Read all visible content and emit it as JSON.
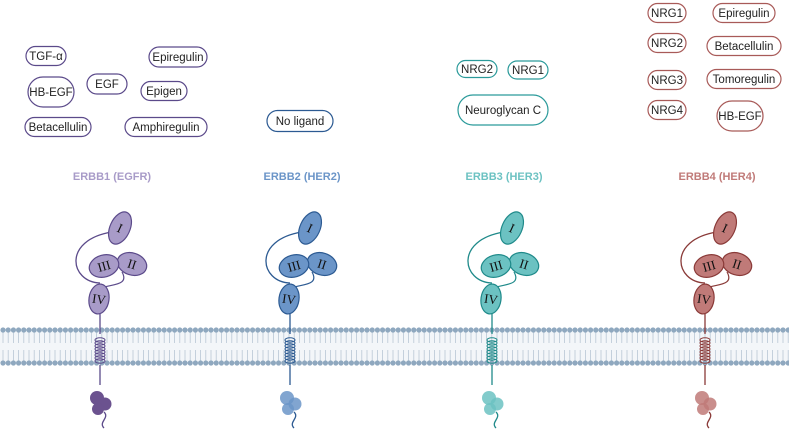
{
  "receptors": [
    {
      "label": "ERBB1 (EGFR)",
      "color": "#a89bc8",
      "dark": "#5b4a8a",
      "ligand_border": "#5b4a8a",
      "ligand_fill": "#ffffff",
      "ligands": [
        "TGF-α",
        "Epiregulin",
        "HB-EGF",
        "EGF",
        "Epigen",
        "Betacellulin",
        "Amphiregulin"
      ],
      "domains": [
        "I",
        "II",
        "III",
        "IV"
      ]
    },
    {
      "label": "ERBB2 (HER2)",
      "color": "#6b95c8",
      "dark": "#2c5a92",
      "ligand_border": "#2c5a92",
      "ligand_fill": "#ffffff",
      "ligands": [
        "No ligand"
      ],
      "domains": [
        "I",
        "II",
        "III",
        "IV"
      ]
    },
    {
      "label": "ERBB3 (HER3)",
      "color": "#6cc2c2",
      "dark": "#1f8a8a",
      "ligand_border": "#2a9a9a",
      "ligand_fill": "#ffffff",
      "ligands": [
        "NRG2",
        "NRG1",
        "Neuroglycan C"
      ],
      "domains": [
        "I",
        "II",
        "III",
        "IV"
      ]
    },
    {
      "label": "ERBB4 (HER4)",
      "color": "#c07a78",
      "dark": "#8a3a38",
      "ligand_border": "#a85a58",
      "ligand_fill": "#ffffff",
      "ligands": [
        "NRG1",
        "Epiregulin",
        "NRG2",
        "Betacellulin",
        "NRG3",
        "Tomoregulin",
        "NRG4",
        "HB-EGF"
      ],
      "domains": [
        "I",
        "II",
        "III",
        "IV"
      ]
    }
  ],
  "membrane_color": "#8fa8bf"
}
